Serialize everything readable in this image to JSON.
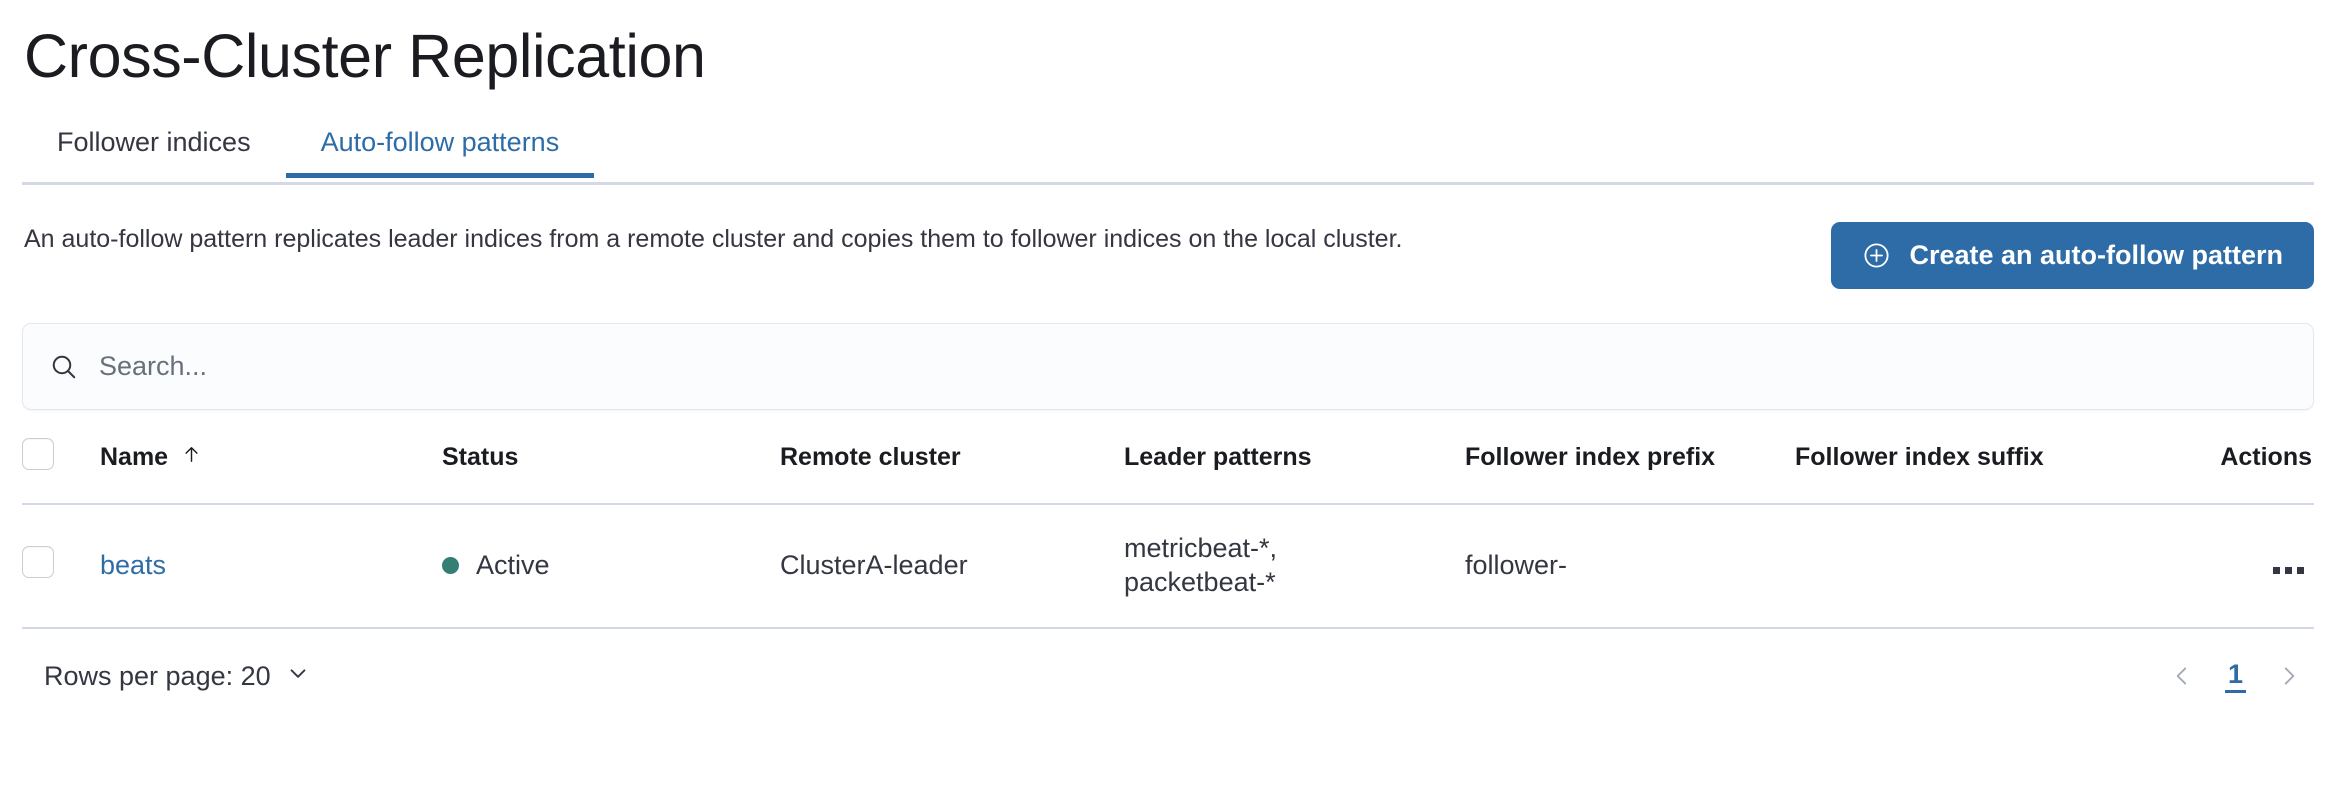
{
  "page": {
    "title": "Cross-Cluster Replication"
  },
  "tabs": [
    {
      "label": "Follower indices",
      "active": false
    },
    {
      "label": "Auto-follow patterns",
      "active": true
    }
  ],
  "intro": {
    "description": "An auto-follow pattern replicates leader indices from a remote cluster and copies them to follower indices on the local cluster.",
    "cta_label": "Create an auto-follow pattern",
    "cta_icon": "plus-in-circle-icon"
  },
  "search": {
    "placeholder": "Search...",
    "value": "",
    "icon": "search-icon"
  },
  "table": {
    "columns": [
      {
        "key": "checkbox",
        "label": ""
      },
      {
        "key": "name",
        "label": "Name",
        "sort": "asc",
        "sort_icon": "arrow-up-icon"
      },
      {
        "key": "status",
        "label": "Status"
      },
      {
        "key": "remote_cluster",
        "label": "Remote cluster"
      },
      {
        "key": "leader_patterns",
        "label": "Leader patterns"
      },
      {
        "key": "follower_index_prefix",
        "label": "Follower index prefix"
      },
      {
        "key": "follower_index_suffix",
        "label": "Follower index suffix"
      },
      {
        "key": "actions",
        "label": "Actions"
      }
    ],
    "rows": [
      {
        "name": "beats",
        "status": "Active",
        "status_color": "#357e73",
        "remote_cluster": "ClusterA-leader",
        "leader_patterns": "metricbeat-*,\npacketbeat-*",
        "follower_index_prefix": "follower-",
        "follower_index_suffix": "",
        "actions_icon": "more-actions-icon"
      }
    ]
  },
  "footer": {
    "rows_per_page_label": "Rows per page: 20",
    "rows_per_page_icon": "chevron-down-icon",
    "prev_icon": "chevron-left-icon",
    "next_icon": "chevron-right-icon",
    "current_page": "1"
  },
  "colors": {
    "accent_blue": "#2e6ca8",
    "status_green": "#357e73",
    "border": "#d3dae6",
    "text": "#343741"
  }
}
